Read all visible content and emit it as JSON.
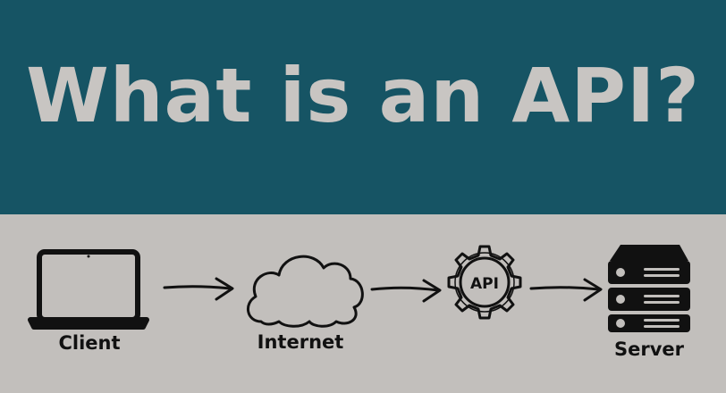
{
  "title": "What is an API?",
  "nodes": [
    {
      "id": "client",
      "label": "Client",
      "icon": "laptop-icon"
    },
    {
      "id": "internet",
      "label": "Internet",
      "icon": "cloud-icon"
    },
    {
      "id": "api",
      "label": "",
      "badge": "API",
      "icon": "gear-icon"
    },
    {
      "id": "server",
      "label": "Server",
      "icon": "server-rack-icon"
    }
  ],
  "flow": [
    "client",
    "internet",
    "api",
    "server"
  ],
  "colors": {
    "banner": "#165464",
    "title": "#c8c5c2",
    "panel": "#c2bfbc",
    "ink": "#111111"
  }
}
